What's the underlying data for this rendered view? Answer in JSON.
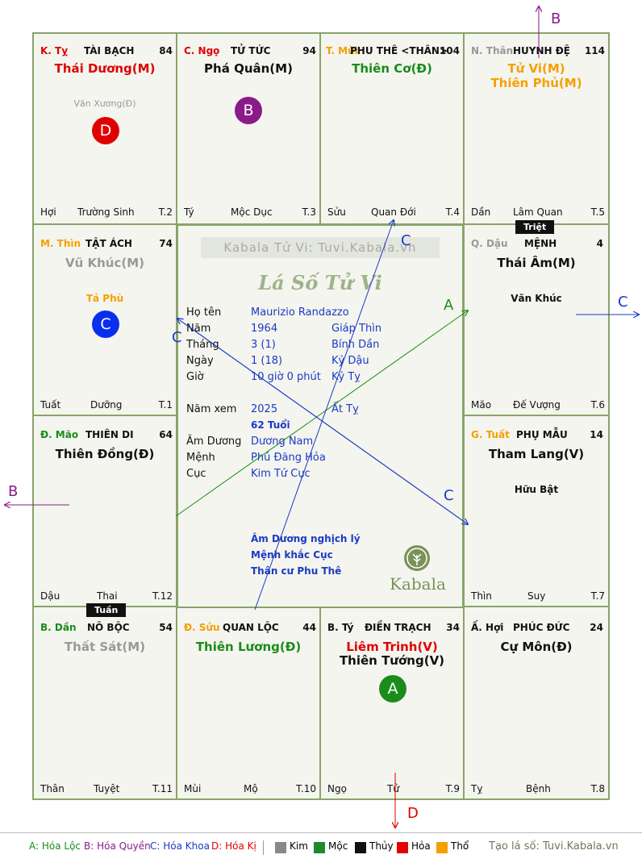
{
  "palaces": {
    "ty_fire": {
      "branch": "K. Tỵ",
      "name": "TÀI BẠCH",
      "num": "84",
      "major": [
        "Thái Dương(M)"
      ],
      "minor": "Văn Xương(Đ)",
      "footer": [
        "Hợi",
        "Trường Sinh",
        "T.2"
      ],
      "marker": "D"
    },
    "ngo": {
      "branch": "C. Ngọ",
      "name": "TỬ TỨC",
      "num": "94",
      "major": [
        "Phá Quân(M)"
      ],
      "marker": "B",
      "footer": [
        "Tý",
        "Mộc Dục",
        "T.3"
      ]
    },
    "mui": {
      "branch": "T. Mùi",
      "name": "PHU THÊ <THÂN>",
      "num": "104",
      "major": [
        "Thiên Cơ(Đ)"
      ],
      "footer": [
        "Sửu",
        "Quan Đới",
        "T.4"
      ]
    },
    "than": {
      "branch": "N. Thân",
      "name": "HUYNH ĐỆ",
      "num": "114",
      "major": [
        "Tử Vi(M)",
        "Thiên Phủ(M)"
      ],
      "footer": [
        "Dần",
        "Lâm Quan",
        "T.5"
      ]
    },
    "thin": {
      "branch": "M. Thìn",
      "name": "TẬT ÁCH",
      "num": "74",
      "major": [
        "Vũ Khúc(M)"
      ],
      "minor": "Tả Phù",
      "marker": "C",
      "footer": [
        "Tuất",
        "Dưỡng",
        "T.1"
      ]
    },
    "dau": {
      "branch": "Q. Dậu",
      "name": "MỆNH",
      "num": "4",
      "major": [
        "Thái Âm(M)"
      ],
      "minor": "Văn Khúc",
      "footer": [
        "Mão",
        "Đế Vượng",
        "T.6"
      ],
      "tag": "Triệt"
    },
    "mao": {
      "branch": "Đ. Mão",
      "name": "THIÊN DI",
      "num": "64",
      "major": [
        "Thiên Đồng(Đ)"
      ],
      "footer": [
        "Dậu",
        "Thai",
        "T.12"
      ]
    },
    "tuat": {
      "branch": "G. Tuất",
      "name": "PHỤ MẪU",
      "num": "14",
      "major": [
        "Tham Lang(V)"
      ],
      "minor": "Hữu Bật",
      "footer": [
        "Thìn",
        "Suy",
        "T.7"
      ]
    },
    "dan": {
      "branch": "B. Dần",
      "name": "NÔ BỘC",
      "num": "54",
      "major": [
        "Thất Sát(M)"
      ],
      "footer": [
        "Thân",
        "Tuyệt",
        "T.11"
      ],
      "tag": "Tuần"
    },
    "suu": {
      "branch": "Đ. Sửu",
      "name": "QUAN LỘC",
      "num": "44",
      "major": [
        "Thiên Lương(Đ)"
      ],
      "footer": [
        "Mùi",
        "Mộ",
        "T.10"
      ]
    },
    "ty_rat": {
      "branch": "B. Tý",
      "name": "ĐIỀN TRẠCH",
      "num": "34",
      "major": [
        "Liêm Trinh(V)",
        "Thiên Tướng(V)"
      ],
      "marker": "A",
      "footer": [
        "Ngọ",
        "Tử",
        "T.9"
      ]
    },
    "hoi": {
      "branch": "Ấ. Hợi",
      "name": "PHÚC ĐỨC",
      "num": "24",
      "major": [
        "Cự Môn(Đ)"
      ],
      "footer": [
        "Tỵ",
        "Bệnh",
        "T.8"
      ]
    }
  },
  "center": {
    "site_banner": "Kabala Tử Vi: Tuvi.Kabala.vn",
    "chart_title": "Lá Số Tử Vi",
    "rows": [
      {
        "label": "Họ tên",
        "value": "Maurizio Randazzo",
        "extra": ""
      },
      {
        "label": "Năm",
        "value": "1964",
        "extra": "Giáp Thìn"
      },
      {
        "label": "Tháng",
        "value": "3  (1)",
        "extra": "Bính Dần"
      },
      {
        "label": "Ngày",
        "value": "1  (18)",
        "extra": "Kỷ Dậu"
      },
      {
        "label": "Giờ",
        "value": "10 giờ 0 phút",
        "extra": "Kỷ Tỵ"
      },
      {
        "label": "Năm xem",
        "value": "2025",
        "extra": "Ất Tỵ"
      },
      {
        "label": "",
        "value": "62 Tuổi",
        "extra": ""
      },
      {
        "label": "Âm Dương",
        "value": "Dương Nam",
        "extra": ""
      },
      {
        "label": "Mệnh",
        "value": "Phú Đăng Hỏa",
        "extra": ""
      },
      {
        "label": "Cục",
        "value": "Kim Tứ Cục",
        "extra": ""
      }
    ],
    "notes": [
      "Âm Dương nghịch lý",
      "Mệnh khắc Cục",
      "Thân cư Phu Thê"
    ],
    "brand": "Kabala"
  },
  "arrow_labels": {
    "a": "A",
    "b": "B",
    "c": "C",
    "d": "D"
  },
  "legend": {
    "a": "A: Hóa Lộc",
    "b": "B: Hóa Quyền",
    "c": "C: Hóa Khoa",
    "d": "D: Hóa Kị",
    "elements": [
      "Kim",
      "Mộc",
      "Thủy",
      "Hỏa",
      "Thổ"
    ],
    "element_colors": [
      "#888888",
      "#1d8a2e",
      "#111111",
      "#e60000",
      "#f5a000"
    ],
    "site": "Tạo lá số: Tuvi.Kabala.vn"
  },
  "colors": {
    "border": "#8aa36b",
    "hoa_loc": "#1a8c1a",
    "hoa_quyen": "#8b1a8b",
    "hoa_khoa": "#1c39c4",
    "hoa_ki": "#e00000"
  }
}
